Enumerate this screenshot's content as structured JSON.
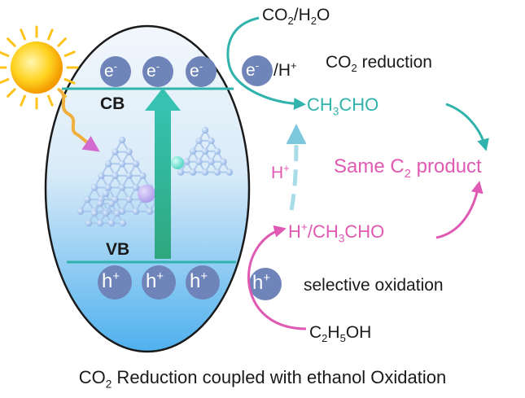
{
  "bands": {
    "conduction": "CB",
    "valence": "VB"
  },
  "carriers": {
    "electron": "e",
    "electron_sign": "-",
    "hole": "h",
    "hole_sign": "+"
  },
  "reduction": {
    "reactant_a": "CO",
    "reactant_a_sub": "2",
    "reactant_sep": "/H",
    "reactant_b_sub": "2",
    "reactant_b_tail": "O",
    "proton_prefix": "/H",
    "proton_sup": "+",
    "title_a": "CO",
    "title_sub": "2",
    "title_b": " reduction",
    "product_a": "CH",
    "product_sub": "3",
    "product_b": "CHO"
  },
  "proton_transfer": {
    "label": "H",
    "label_sup": "+"
  },
  "same_product": {
    "label_a": "Same C",
    "label_sub": "2",
    "label_b": " product"
  },
  "oxidation": {
    "intermediate_a": "H",
    "intermediate_sup": "+",
    "intermediate_b": "/CH",
    "intermediate_sub": "3",
    "intermediate_c": "CHO",
    "title": "selective oxidation",
    "reactant_a": "C",
    "reactant_sub1": "2",
    "reactant_b": "H",
    "reactant_sub2": "5",
    "reactant_c": "OH"
  },
  "caption": {
    "prefix": "CO",
    "sub": "2",
    "text": " Reduction coupled with ethanol Oxidation"
  },
  "colors": {
    "teal": "#2fb3ac",
    "pink": "#e05ab3",
    "carrier_fill": "#6f84b8",
    "sun": "#f7b500",
    "band_gradient_top": "#e8f2fb",
    "band_gradient_bottom": "#5fb7ee"
  },
  "icons": [
    "sun-icon",
    "lattice-icon",
    "excitation-arrow-icon",
    "wavy-light-arrow-icon"
  ]
}
